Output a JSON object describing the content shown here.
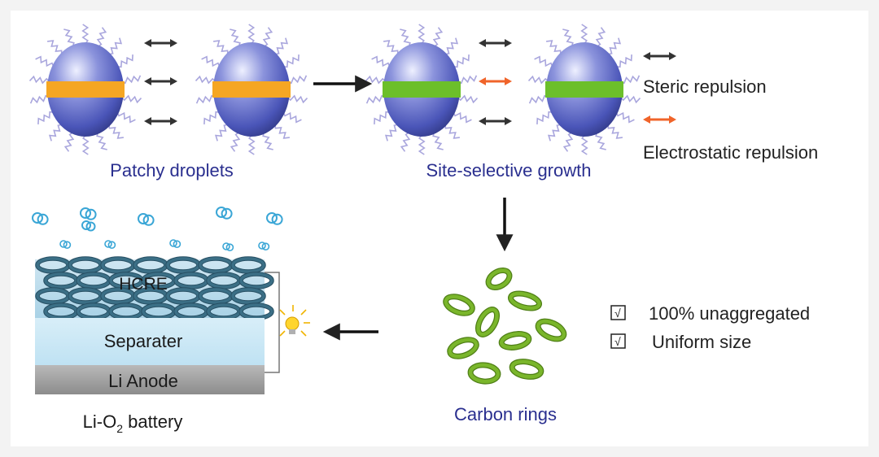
{
  "colors": {
    "sphere": "#4a55b8",
    "sphere_highlight": "#dfe3ff",
    "ligand": "#a9a6dd",
    "patch_orange": "#f5a623",
    "patch_green": "#6cbf2a",
    "arrow_gray": "#333333",
    "arrow_orange": "#f0642a",
    "label_blue": "#2a2f8f",
    "ring_green": "#7ab62b",
    "battery_ring": "#3b6f86",
    "o2_bubble": "#3aa6d6"
  },
  "stages": {
    "patchy_droplets": "Patchy droplets",
    "site_selective_growth": "Site-selective growth",
    "carbon_rings": "Carbon rings"
  },
  "legend": {
    "steric": "Steric repulsion",
    "electrostatic": "Electrostatic repulsion"
  },
  "checklist": {
    "check_mark": "√",
    "item1": "100% unaggregated",
    "item2": "Uniform size"
  },
  "battery": {
    "hcre": "HCRE",
    "separator": "Separater",
    "anode": "Li Anode",
    "title_prefix": "Li-O",
    "title_subscript": "2",
    "title_suffix": " battery"
  },
  "icons": {
    "check": "checkbox-icon",
    "bulb": "light-bulb-icon",
    "oxygen": "o2-molecule-icon"
  }
}
